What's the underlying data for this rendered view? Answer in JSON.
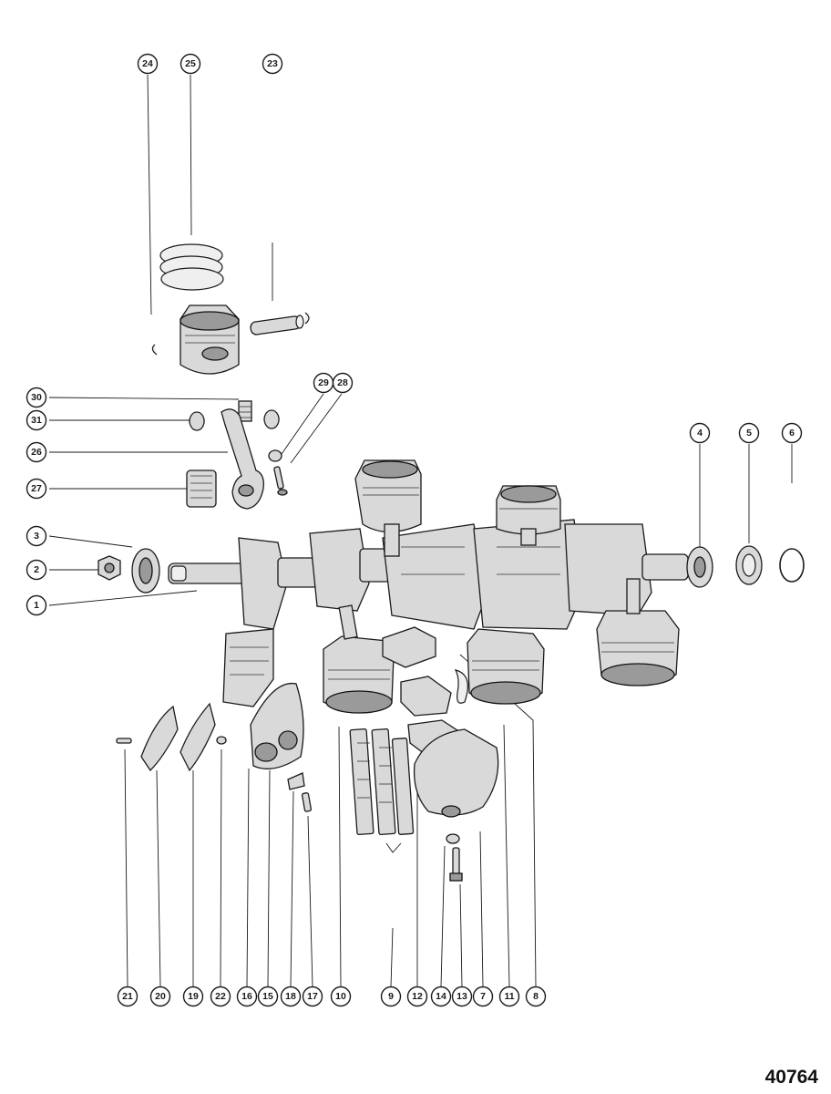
{
  "figure_number": "40764",
  "callouts": [
    {
      "id": "24",
      "label": "24"
    },
    {
      "id": "25",
      "label": "25"
    },
    {
      "id": "23",
      "label": "23"
    },
    {
      "id": "30",
      "label": "30"
    },
    {
      "id": "31",
      "label": "31"
    },
    {
      "id": "26",
      "label": "26"
    },
    {
      "id": "27",
      "label": "27"
    },
    {
      "id": "29",
      "label": "29"
    },
    {
      "id": "28",
      "label": "28"
    },
    {
      "id": "3",
      "label": "3"
    },
    {
      "id": "2",
      "label": "2"
    },
    {
      "id": "1",
      "label": "1"
    },
    {
      "id": "4",
      "label": "4"
    },
    {
      "id": "5",
      "label": "5"
    },
    {
      "id": "6",
      "label": "6"
    },
    {
      "id": "21",
      "label": "21"
    },
    {
      "id": "20",
      "label": "20"
    },
    {
      "id": "19",
      "label": "19"
    },
    {
      "id": "22",
      "label": "22"
    },
    {
      "id": "16",
      "label": "16"
    },
    {
      "id": "15",
      "label": "15"
    },
    {
      "id": "18",
      "label": "18"
    },
    {
      "id": "17",
      "label": "17"
    },
    {
      "id": "10",
      "label": "10"
    },
    {
      "id": "9",
      "label": "9"
    },
    {
      "id": "12",
      "label": "12"
    },
    {
      "id": "14",
      "label": "14"
    },
    {
      "id": "13",
      "label": "13"
    },
    {
      "id": "7",
      "label": "7"
    },
    {
      "id": "11",
      "label": "11"
    },
    {
      "id": "8",
      "label": "8"
    }
  ]
}
